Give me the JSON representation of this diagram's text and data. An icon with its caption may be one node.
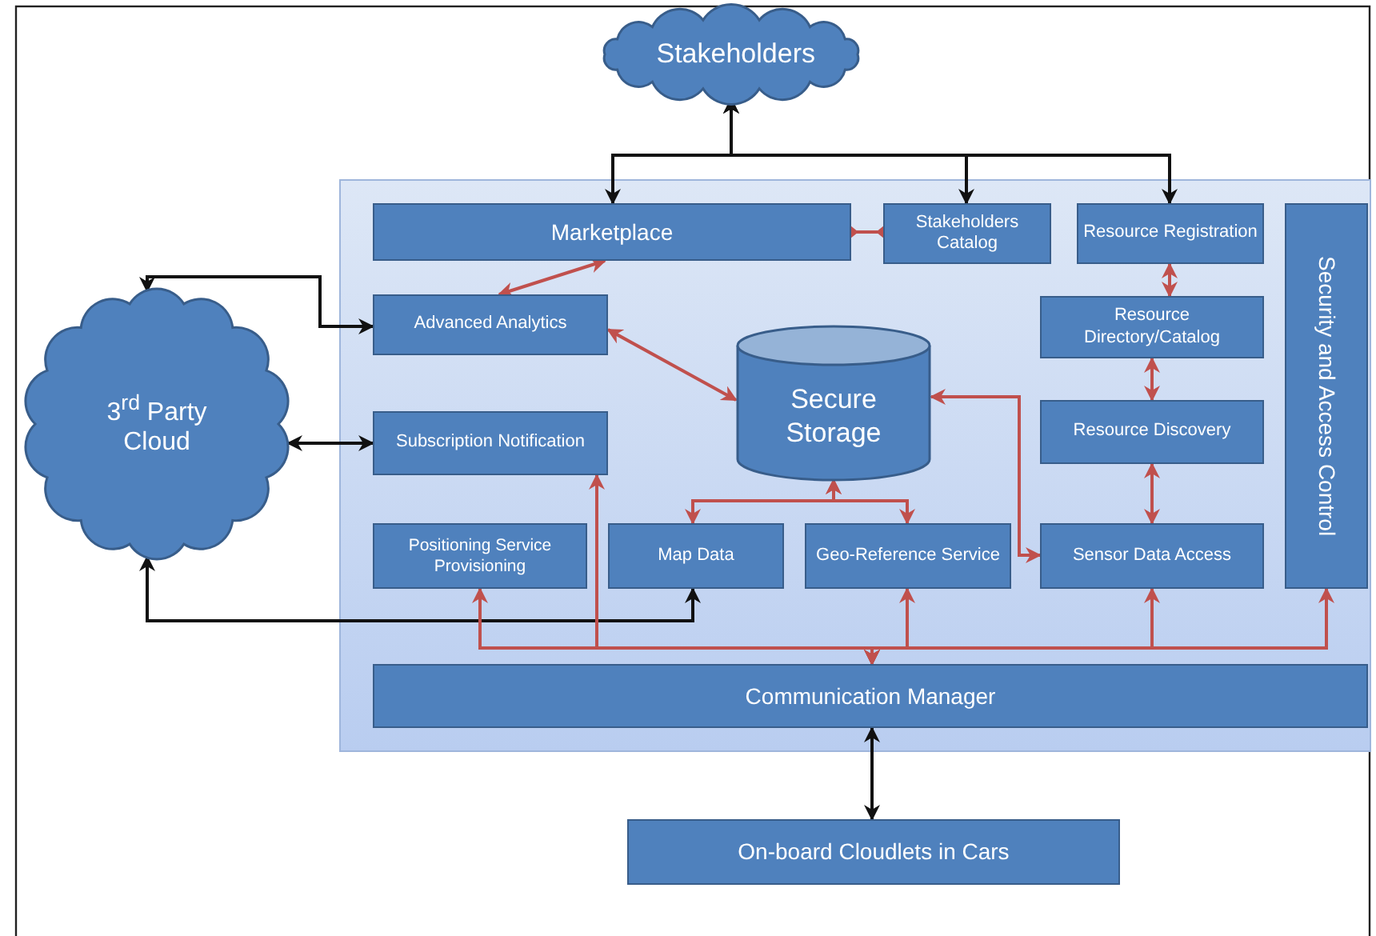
{
  "diagram": {
    "nodes": [
      {
        "text": [
          "Stakeholders"
        ]
      },
      {
        "text": [],
        "shape": "box"
      },
      {
        "text": [
          "Marketplace"
        ],
        "in": 1
      },
      {
        "text": [
          "Stakeholders Catalog"
        ],
        "in": 1
      },
      {
        "text": [
          "Resource Registration"
        ],
        "in": 1
      },
      {
        "text": [
          "Security and Access Control"
        ],
        "in": 1
      },
      {
        "text": [
          "Advanced Analytics"
        ],
        "in": 1
      },
      {
        "text": [
          "Resource Directory/Catalog"
        ],
        "in": 1
      },
      {
        "text": [
          "Secure Storage"
        ],
        "in": 1
      },
      {
        "text": [
          "Subscription Notification"
        ],
        "in": 1
      },
      {
        "text": [
          "Resource Discovery"
        ],
        "in": 1
      },
      {
        "text": [
          "Positioning Service Provisioning"
        ],
        "in": 1
      },
      {
        "text": [
          "Map Data"
        ],
        "in": 1
      },
      {
        "text": [
          "Geo-Reference Service"
        ],
        "in": 1
      },
      {
        "text": [
          "Sensor Data Access"
        ],
        "in": 1
      },
      {
        "text": [
          "Communication Manager"
        ],
        "in": 1
      },
      {
        "text": [
          "3$^{rd}$ Party Cloud"
        ]
      },
      {
        "text": [
          "On-board Cloudlets in Cars"
        ]
      }
    ],
    "edges": [
      {
        "from": 0,
        "to": 2,
        "arrow": "both",
        "color": "#111111"
      },
      {
        "from": 0,
        "to": 3,
        "arrow": "both",
        "color": "#111111"
      },
      {
        "from": 0,
        "to": 4,
        "arrow": "both",
        "color": "#111111"
      },
      {
        "from": 16,
        "to": 6,
        "arrow": "both",
        "color": "#111111"
      },
      {
        "from": 16,
        "to": 9,
        "arrow": "both",
        "color": "#111111"
      },
      {
        "from": 16,
        "to": 12,
        "arrow": "both",
        "color": "#111111"
      },
      {
        "from": 15,
        "to": 17,
        "arrow": "both",
        "color": "#111111"
      },
      {
        "from": 2,
        "to": 3,
        "arrow": "other"
      },
      {
        "from": 2,
        "to": 6,
        "arrow": "both"
      },
      {
        "from": 6,
        "to": 8,
        "arrow": "both"
      },
      {
        "from": 4,
        "to": 7,
        "arrow": "both"
      },
      {
        "from": 7,
        "to": 10,
        "arrow": "both"
      },
      {
        "from": 10,
        "to": 14,
        "arrow": "both"
      },
      {
        "from": 8,
        "to": 14,
        "arrow": "both"
      },
      {
        "from": 8,
        "to": 12,
        "arrow": "both"
      },
      {
        "from": 8,
        "to": 13,
        "arrow": "both"
      },
      {
        "from": 15,
        "to": 9,
        "arrow": "both"
      },
      {
        "from": 15,
        "to": 11,
        "arrow": "both"
      },
      {
        "from": 15,
        "to": 13,
        "arrow": "both"
      },
      {
        "from": 15,
        "to": 14,
        "arrow": "both"
      },
      {
        "from": 15,
        "to": 5,
        "arrow": "both"
      }
    ]
  }
}
